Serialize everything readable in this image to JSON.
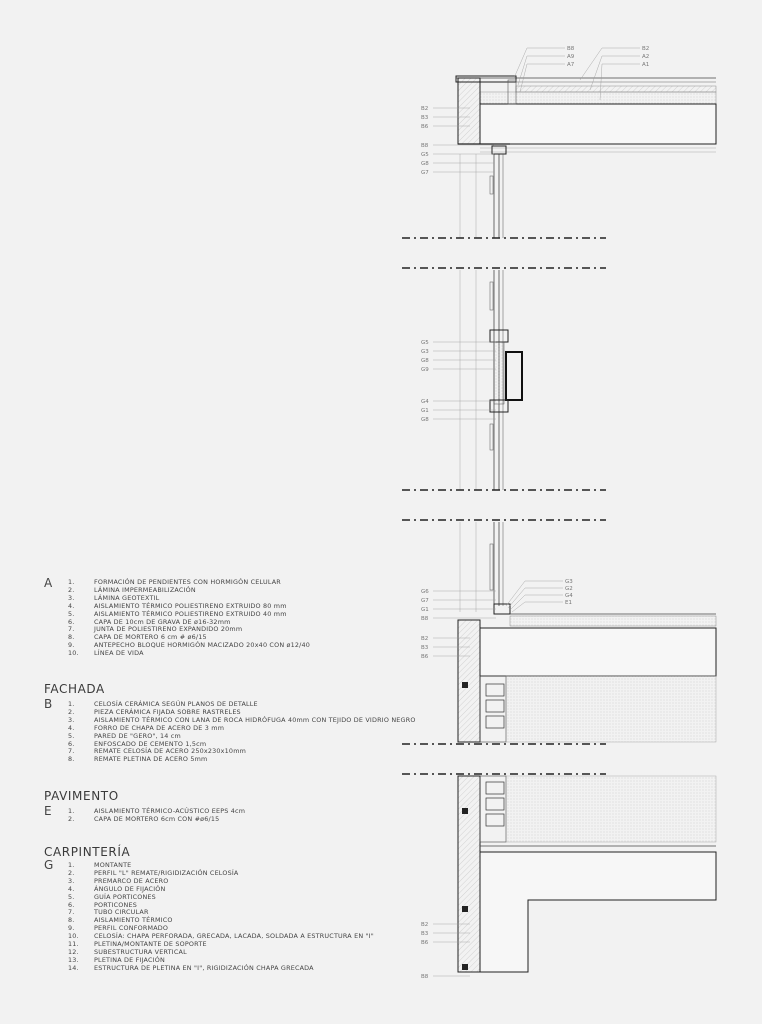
{
  "legend": {
    "sections": [
      {
        "title": "",
        "letter": "A",
        "items": [
          {
            "n": "1.",
            "t": "FORMACIÓN DE PENDIENTES CON HORMIGÓN CELULAR"
          },
          {
            "n": "2.",
            "t": "LÁMINA IMPERMEABILIZACIÓN"
          },
          {
            "n": "3.",
            "t": "LÁMINA GEOTEXTIL"
          },
          {
            "n": "4.",
            "t": "AISLAMIENTO TÉRMICO POLIESTIRENO EXTRUIDO 80 mm"
          },
          {
            "n": "5.",
            "t": "AISLAMIENTO TÉRMICO POLIESTIRENO EXTRUIDO 40 mm"
          },
          {
            "n": "6.",
            "t": "CAPA DE 10cm DE GRAVA DE ø16-32mm"
          },
          {
            "n": "7.",
            "t": "JUNTA DE POLIESTIRENO EXPANDIDO 20mm"
          },
          {
            "n": "8.",
            "t": "CAPA DE MORTERO 6 cm # ø6/15"
          },
          {
            "n": "9.",
            "t": "ANTEPECHO BLOQUE HORMIGÓN MACIZADO 20x40 CON ø12/40"
          },
          {
            "n": "10.",
            "t": "LÍNEA DE VIDA"
          }
        ]
      },
      {
        "title": "FACHADA",
        "letter": "B",
        "items": [
          {
            "n": "1.",
            "t": "CELOSÍA CERÁMICA SEGÚN PLANOS DE DETALLE"
          },
          {
            "n": "2.",
            "t": "PIEZA CERÁMICA FIJADA SOBRE RASTRELES"
          },
          {
            "n": "3.",
            "t": "AISLAMIENTO TÉRMICO CON LANA DE ROCA HIDRÓFUGA 40mm CON TEJIDO DE VIDRIO NEGRO"
          },
          {
            "n": "4.",
            "t": "FORRO DE CHAPA DE ACERO DE 3 mm"
          },
          {
            "n": "5.",
            "t": "PARED DE \"GERO\", 14 cm"
          },
          {
            "n": "6.",
            "t": "ENFOSCADO DE CEMENTO 1,5cm"
          },
          {
            "n": "7.",
            "t": "REMATE CELOSÍA DE ACERO 250x230x10mm"
          },
          {
            "n": "8.",
            "t": "REMATE PLETINA DE ACERO 5mm"
          }
        ]
      },
      {
        "title": "PAVIMENTO",
        "letter": "E",
        "items": [
          {
            "n": "1.",
            "t": "AISLAMIENTO TÉRMICO-ACÚSTICO EEPS 4cm"
          },
          {
            "n": "2.",
            "t": "CAPA DE MORTERO 6cm CON #ø6/15"
          }
        ]
      },
      {
        "title": "CARPINTERÍA",
        "letter": "G",
        "items": [
          {
            "n": "1.",
            "t": "MONTANTE"
          },
          {
            "n": "2.",
            "t": "PERFIL \"L\" REMATE/RIGIDIZACIÓN CELOSÍA"
          },
          {
            "n": "3.",
            "t": "PREMARCO DE ACERO"
          },
          {
            "n": "4.",
            "t": "ÁNGULO DE FIJACIÓN"
          },
          {
            "n": "5.",
            "t": "GUÍA PORTICONES"
          },
          {
            "n": "6.",
            "t": "PORTICONES"
          },
          {
            "n": "7.",
            "t": "TUBO CIRCULAR"
          },
          {
            "n": "8.",
            "t": "AISLAMIENTO TÉRMICO"
          },
          {
            "n": "9.",
            "t": "PERFIL CONFORMADO"
          },
          {
            "n": "10.",
            "t": "CELOSÍA: CHAPA PERFORADA, GRECADA, LACADA, SOLDADA A ESTRUCTURA EN \"I\""
          },
          {
            "n": "11.",
            "t": "PLETINA/MONTANTE DE SOPORTE"
          },
          {
            "n": "12.",
            "t": "SUBESTRUCTURA VERTICAL"
          },
          {
            "n": "13.",
            "t": "PLETINA DE FIJACIÓN"
          },
          {
            "n": "14.",
            "t": "ESTRUCTURA DE PLETINA EN \"I\", RIGIDIZACIÓN CHAPA GRECADA"
          }
        ]
      }
    ]
  },
  "drawing": {
    "tags_roof_top": [
      "B8",
      "A9",
      "A7",
      "B2",
      "A2",
      "A1"
    ],
    "tags_roof_left": [
      "B2",
      "B3",
      "B6"
    ],
    "tags_upper_window": [
      "B8",
      "G5",
      "G8",
      "G7"
    ],
    "tags_mid_window_a": [
      "G5",
      "G3",
      "G8",
      "G9"
    ],
    "tags_mid_window_b": [
      "G4",
      "G1",
      "G8"
    ],
    "tags_floor_left": [
      "G6",
      "G7",
      "G1",
      "B8"
    ],
    "tags_floor_right": [
      "G3",
      "G2",
      "G4",
      "E1"
    ],
    "tags_floor_wall": [
      "B2",
      "B3",
      "B6"
    ],
    "tags_bottom_wall": [
      "B2",
      "B3",
      "B6"
    ],
    "tags_bottom_end": [
      "B8"
    ]
  }
}
